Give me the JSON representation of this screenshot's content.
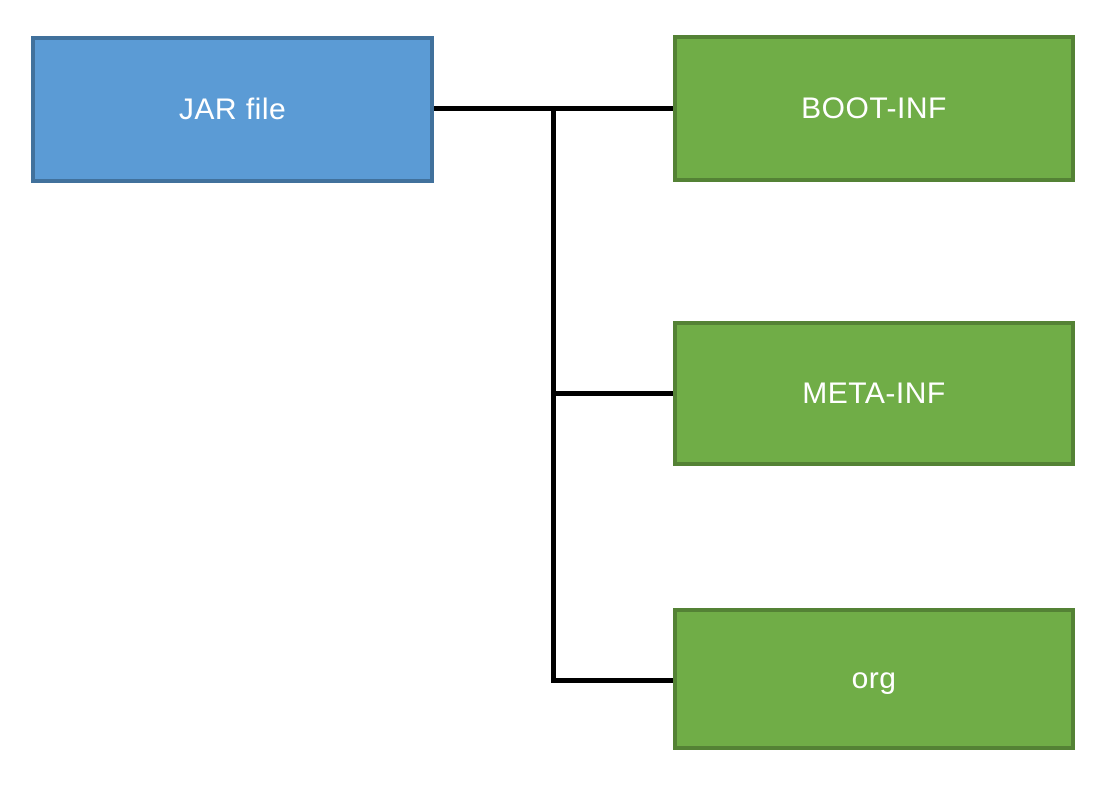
{
  "diagram": {
    "type": "tree",
    "title": "JAR file structure diagram",
    "root": {
      "label": "JAR file",
      "fill_color": "#5B9BD5",
      "border_color": "#41719C",
      "text_color": "#FFFFFF"
    },
    "children": [
      {
        "label": "BOOT-INF",
        "fill_color": "#70AD47",
        "border_color": "#548235",
        "text_color": "#FFFFFF"
      },
      {
        "label": "META-INF",
        "fill_color": "#70AD47",
        "border_color": "#548235",
        "text_color": "#FFFFFF"
      },
      {
        "label": "org",
        "fill_color": "#70AD47",
        "border_color": "#548235",
        "text_color": "#FFFFFF"
      }
    ],
    "edges": [
      {
        "from": "JAR file",
        "to": "BOOT-INF"
      },
      {
        "from": "JAR file",
        "to": "META-INF"
      },
      {
        "from": "JAR file",
        "to": "org"
      }
    ],
    "connector_color": "#000000",
    "background_color": "#FFFFFF"
  }
}
